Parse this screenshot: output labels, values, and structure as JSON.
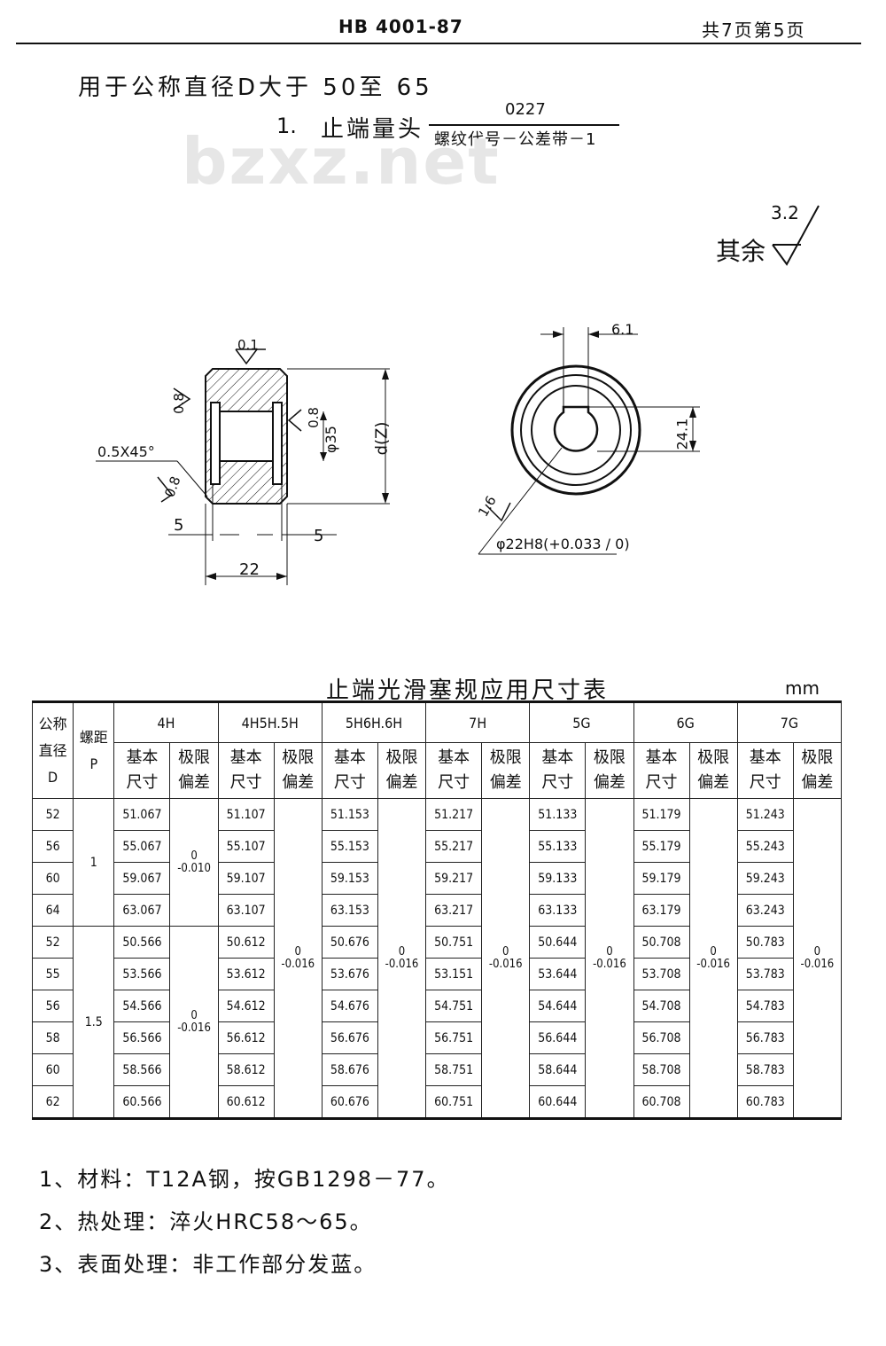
{
  "header": {
    "standard": "HB 4001-87",
    "page": "共7页第5页"
  },
  "scope": "用于公称直径D大于 50至 65",
  "title": {
    "number": "1.",
    "text": "止端量头",
    "code_top": "0227",
    "code_bottom": "螺纹代号－公差带－1"
  },
  "watermark": "bzxz.net",
  "surface": {
    "label": "其余",
    "value": "3.2"
  },
  "drawing": {
    "section_view": {
      "roughness_top": "0.1",
      "roughness_left": "0.8",
      "roughness_right": "0.8",
      "roughness_chamfer": "0.8",
      "chamfer": "0.5X45°",
      "bore_dia": "φ35",
      "outer_dia": "d(Z)",
      "land_left": "5",
      "land_right": "5",
      "length": "22"
    },
    "end_view": {
      "key_width": "6.1",
      "key_depth": "24.1",
      "roughness": "1.6",
      "bore_fit": "φ22H8(+0.033 / 0)"
    }
  },
  "table": {
    "title": "止端光滑塞规应用尺寸表",
    "unit": "mm",
    "col_nominal": [
      "公称",
      "直径",
      "D"
    ],
    "col_pitch": [
      "螺距",
      "P"
    ],
    "groups": [
      "4H",
      "4H5H.5H",
      "5H6H.6H",
      "7H",
      "5G",
      "6G",
      "7G"
    ],
    "basic_label": [
      "基本",
      "尺寸"
    ],
    "dev_label": [
      "极限",
      "偏差"
    ],
    "pitch_values": [
      "1",
      "1.5"
    ],
    "block1": {
      "nominal": [
        "52",
        "56",
        "60",
        "64"
      ],
      "cols": [
        [
          "51.067",
          "55.067",
          "59.067",
          "63.067"
        ],
        [
          "51.107",
          "55.107",
          "59.107",
          "63.107"
        ],
        [
          "51.153",
          "55.153",
          "59.153",
          "63.153"
        ],
        [
          "51.217",
          "55.217",
          "59.217",
          "63.217"
        ],
        [
          "51.133",
          "55.133",
          "59.133",
          "63.133"
        ],
        [
          "51.179",
          "55.179",
          "59.179",
          "63.179"
        ],
        [
          "51.243",
          "55.243",
          "59.243",
          "63.243"
        ]
      ],
      "dev_4h": [
        "0",
        "-0.010"
      ]
    },
    "block2": {
      "nominal": [
        "52",
        "55",
        "56",
        "58",
        "60",
        "62"
      ],
      "cols": [
        [
          "50.566",
          "53.566",
          "54.566",
          "56.566",
          "58.566",
          "60.566"
        ],
        [
          "50.612",
          "53.612",
          "54.612",
          "56.612",
          "58.612",
          "60.612"
        ],
        [
          "50.676",
          "53.676",
          "54.676",
          "56.676",
          "58.676",
          "60.676"
        ],
        [
          "50.751",
          "53.151",
          "54.751",
          "56.751",
          "58.751",
          "60.751"
        ],
        [
          "50.644",
          "53.644",
          "54.644",
          "56.644",
          "58.644",
          "60.644"
        ],
        [
          "50.708",
          "53.708",
          "54.708",
          "56.708",
          "58.708",
          "60.708"
        ],
        [
          "50.783",
          "53.783",
          "54.783",
          "56.783",
          "58.783",
          "60.783"
        ]
      ],
      "dev_4h": [
        "0",
        "-0.016"
      ]
    },
    "dev_other": [
      "0",
      "-0.016"
    ]
  },
  "notes": [
    "1、材料：T12A钢，按GB1298－77。",
    "2、热处理：淬火HRC58～65。",
    "3、表面处理：非工作部分发蓝。"
  ]
}
